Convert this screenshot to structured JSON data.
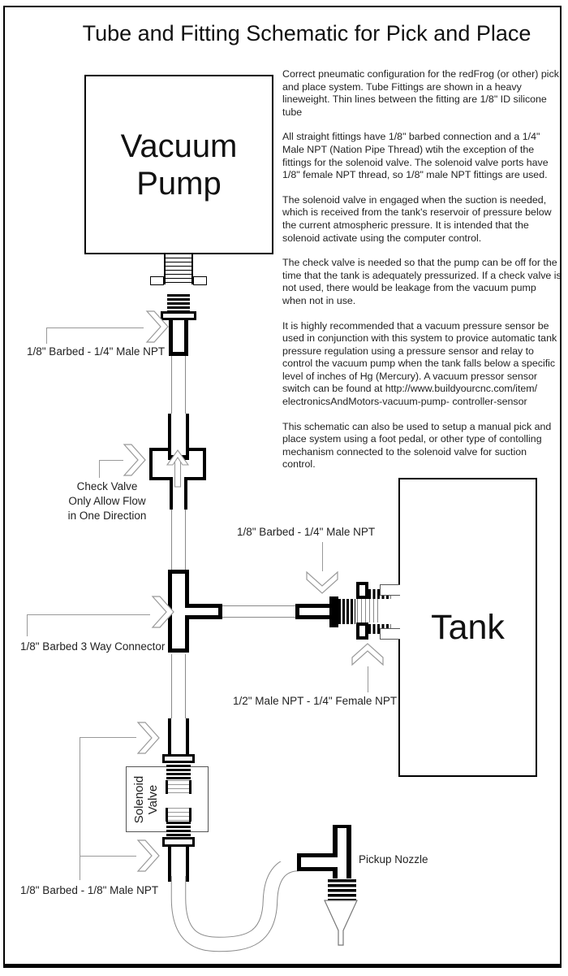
{
  "title": "Tube and Fitting Schematic for Pick and Place",
  "notes": {
    "paragraphs": [
      "Correct pneumatic configuration for the redFrog (or other) pick and place system.  Tube Fittings are shown in a heavy lineweight.  Thin lines between the fitting are 1/8\" ID silicone tube",
      "All straight fittings have 1/8\" barbed connection and a 1/4\" Male NPT (Nation Pipe Thread) wtih the exception of the fittings for the solenoid valve.  The solenoid valve ports have 1/8\" female NPT thread, so 1/8\" male NPT fittings are used.",
      "The solenoid valve in engaged when the suction is needed, which is received from the tank's reservoir of pressure below the current atmospheric pressure.  It is intended that the solenoid activate using the computer control.",
      "The check valve is needed so that the pump can be off for the time that the tank is adequately pressurized.  If a check valve is not used, there would be leakage from the vacuum pump when not in use.",
      "It is highly recommended that a vacuum pressure sensor be used in conjunction with this system to provice automatic tank pressure regulation using a pressure sensor and relay to control the vacuum pump when the tank falls below a specific level of inches of Hg (Mercury).  A vacuum pressor sensor switch can be found at http://www.buildyourcnc.com/item/ electronicsAndMotors-vacuum-pump- controller-sensor",
      "This schematic can also be used to setup a manual pick and place system using a foot pedal, or other type of contolling mechanism connected to the solenoid valve for suction control."
    ]
  },
  "components": {
    "vacuum_pump": {
      "label": "Vacuum Pump"
    },
    "tank": {
      "label": "Tank"
    },
    "solenoid_valve": {
      "label": "Solenoid Valve"
    },
    "check_valve": {
      "label_lines": [
        "Check Valve",
        "Only Allow Flow",
        "in One Direction"
      ]
    },
    "pickup_nozzle": {
      "label": "Pickup Nozzle"
    }
  },
  "annotations": {
    "pump_fitting": "1/8\" Barbed - 1/4\" Male NPT",
    "tank_barb_fitting": "1/8\" Barbed - 1/4\" Male NPT",
    "three_way_connector": "1/8\" Barbed 3 Way Connector",
    "tank_npt_fitting": "1/2\" Male NPT - 1/4\" Female NPT",
    "solenoid_fittings": "1/8\" Barbed - 1/8\" Male NPT"
  },
  "colors": {
    "heavy_line": "#000000",
    "thin_line": "#8a8a8a",
    "leader": "#999999",
    "text": "#1a1a1a"
  }
}
